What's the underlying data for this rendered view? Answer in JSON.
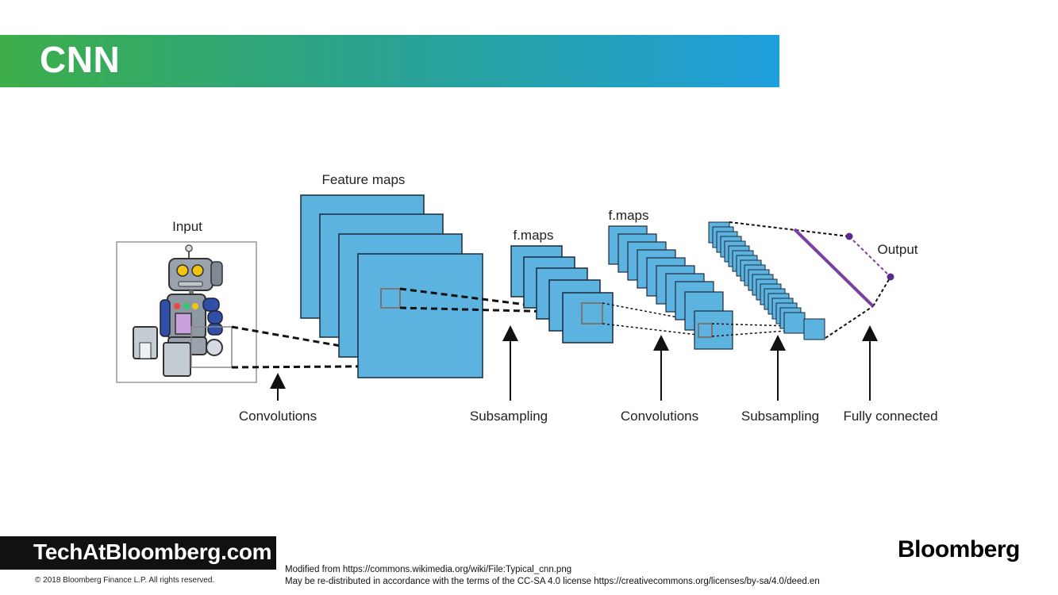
{
  "header": {
    "title": "CNN"
  },
  "diagram": {
    "labels": {
      "input": "Input",
      "feature_maps": "Feature maps",
      "f_maps_1": "f.maps",
      "f_maps_2": "f.maps",
      "output": "Output"
    },
    "stages": [
      "Convolutions",
      "Subsampling",
      "Convolutions",
      "Subsampling",
      "Fully connected"
    ],
    "colors": {
      "map_fill": "#5cb3e0",
      "map_stroke": "#1a2a3a",
      "output_line": "#7b3fa0",
      "output_node": "#5a2a8a"
    }
  },
  "footer": {
    "brand": "TechAtBloomberg.com",
    "copyright": "© 2018 Bloomberg Finance L.P. All rights reserved.",
    "source_line1": "Modified from https://commons.wikimedia.org/wiki/File:Typical_cnn.png",
    "source_line2": "May be re-distributed in accordance with the terms of the CC-SA 4.0 license https://creativecommons.org/licenses/by-sa/4.0/deed.en",
    "logo": "Bloomberg"
  }
}
